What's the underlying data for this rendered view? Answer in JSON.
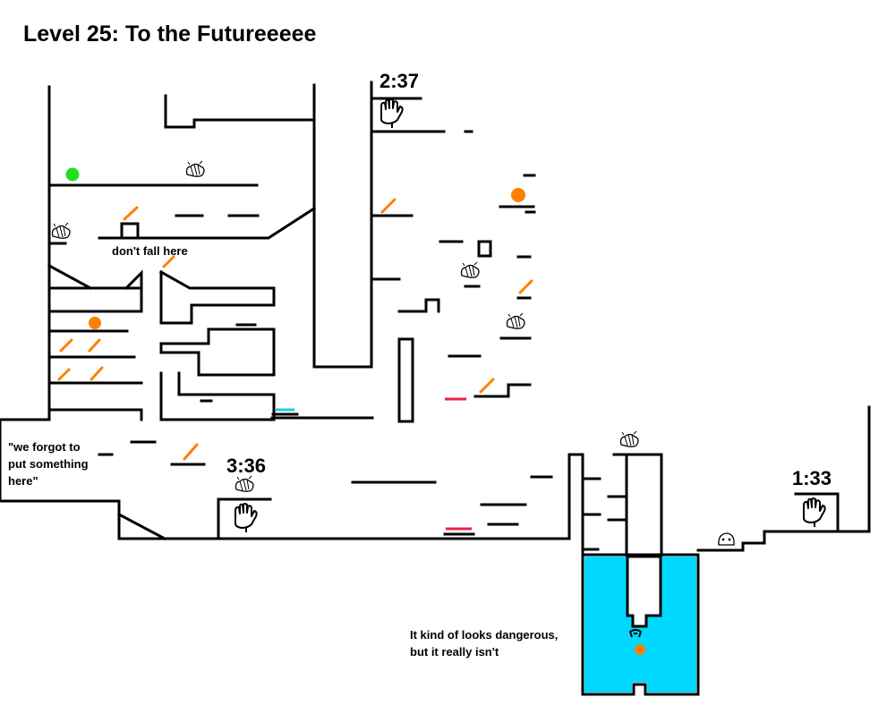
{
  "level": {
    "title": "Level 25: To the Futureeeee"
  },
  "timers": [
    {
      "label": "2:37"
    },
    {
      "label": "3:36"
    },
    {
      "label": "1:33"
    }
  ],
  "notes": {
    "dont_fall": "don't fall here",
    "forgot_line1": "\"we forgot to",
    "forgot_line2": "put something",
    "forgot_line3": "here\"",
    "danger_line1": "It kind of looks dangerous,",
    "danger_line2": "but it really isn't"
  },
  "colors": {
    "wall": "#000000",
    "water": "#00d8ff",
    "goal": "#22dd22",
    "orb": "#ff7f00",
    "dash_pad": "#ff7f00",
    "red_switch": "#e8204a",
    "cyan_switch": "#22ccdd"
  },
  "icons": {
    "checkpoint": "glove-icon",
    "enemy": "bee-enemy-icon",
    "critter": "skull-critter-icon"
  }
}
